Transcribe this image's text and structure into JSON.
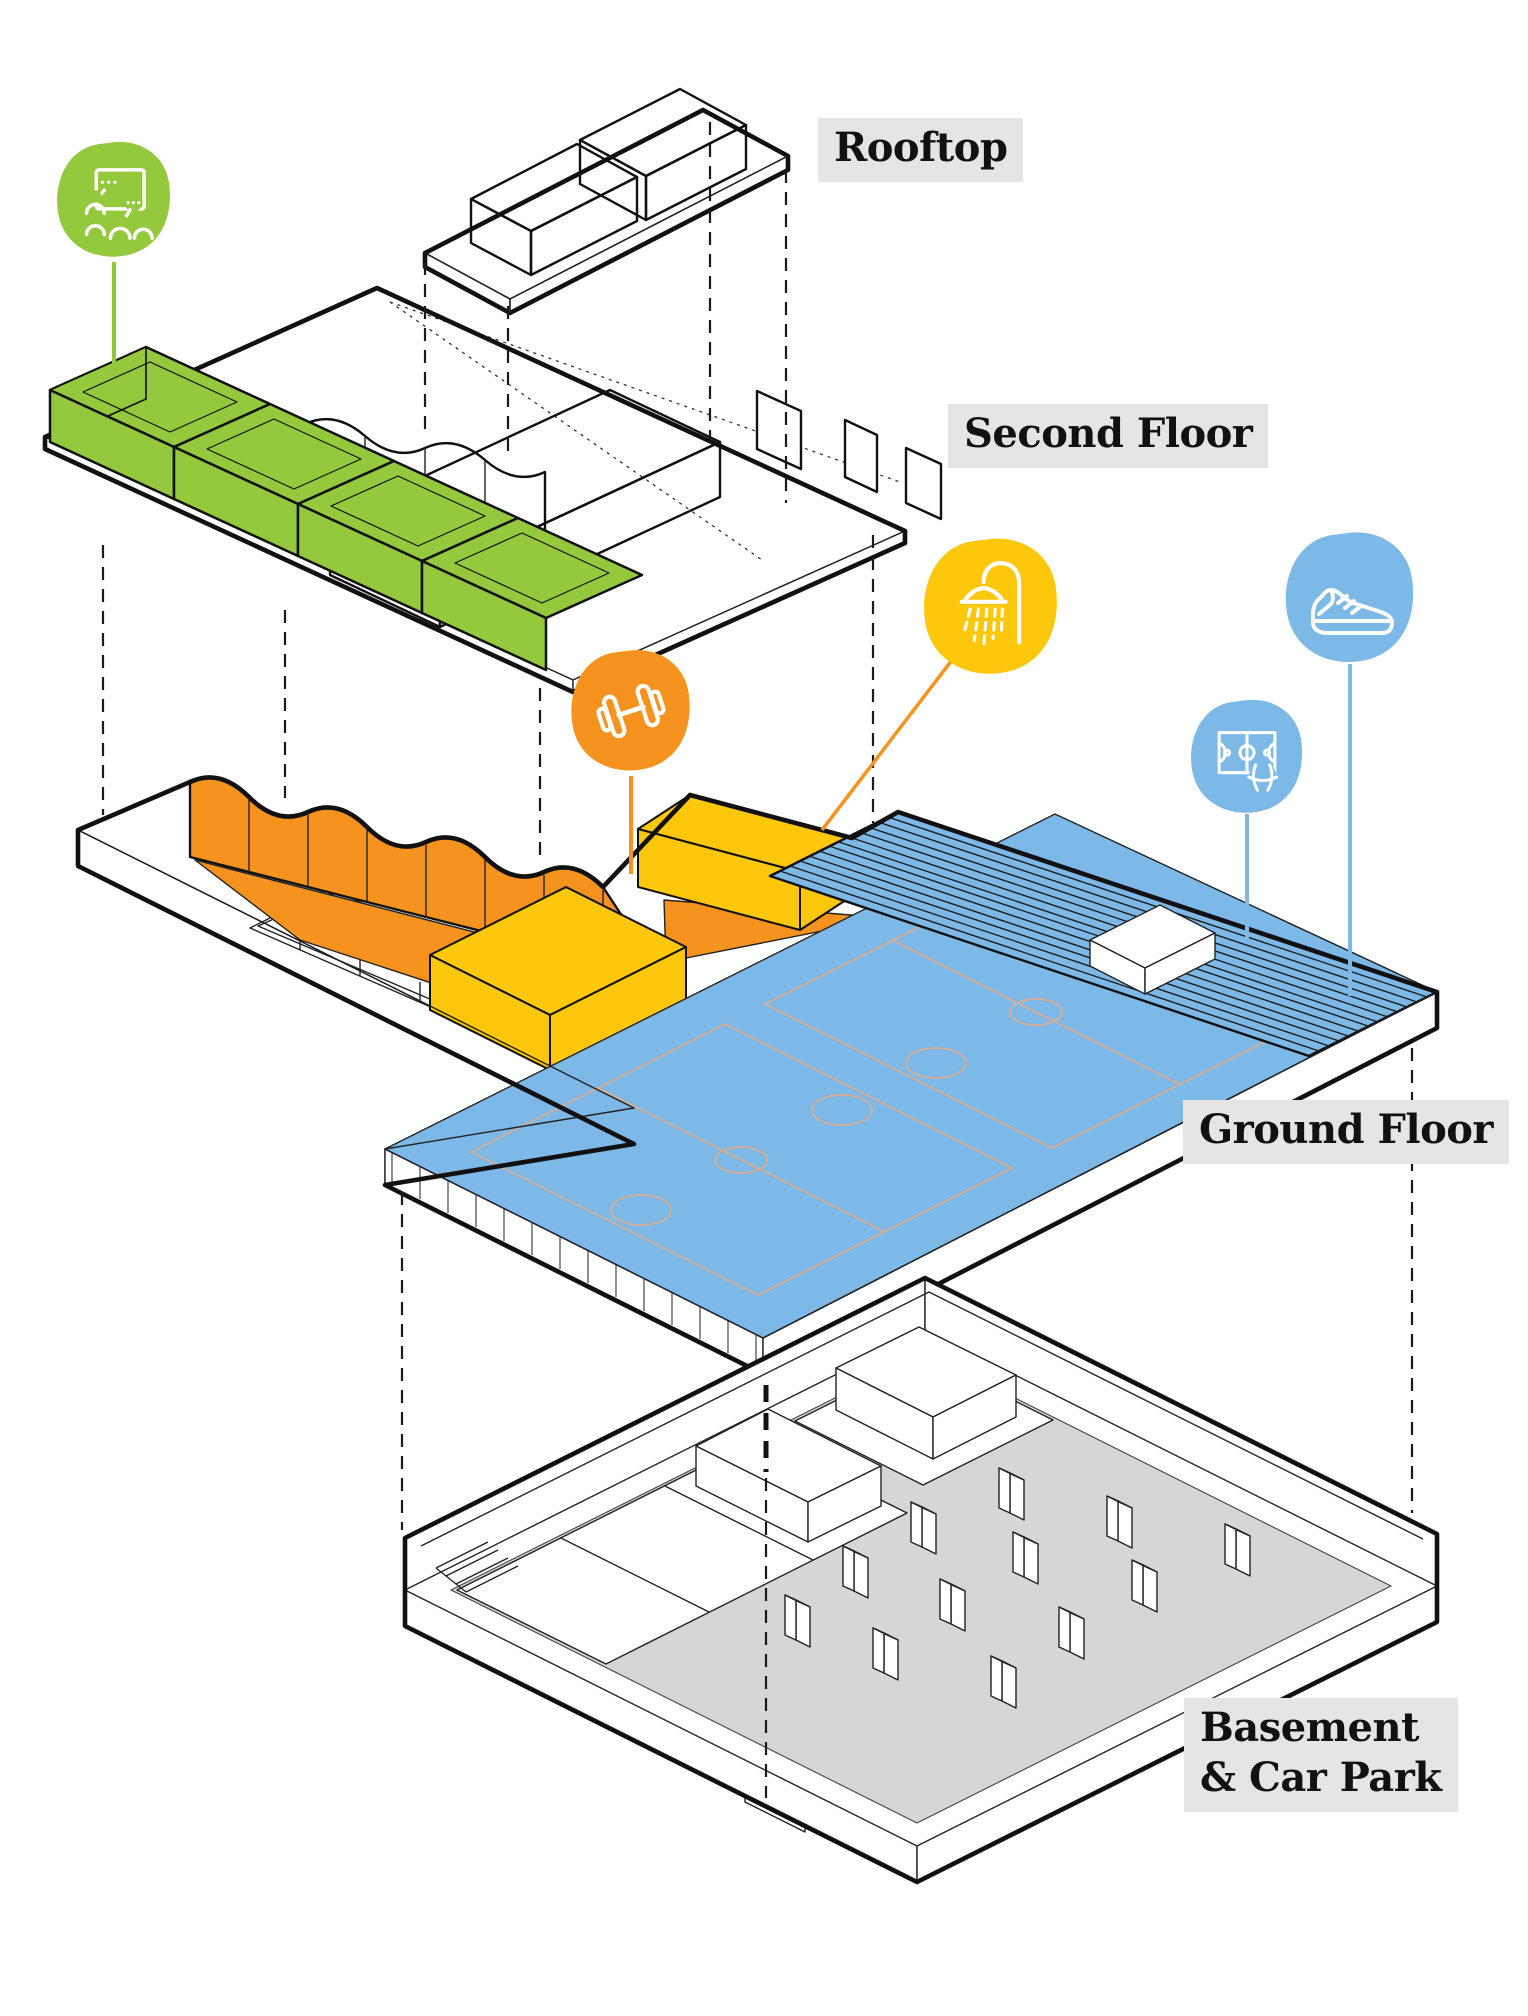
{
  "colors": {
    "green": "#94c83d",
    "orange": "#f6921e",
    "yellow": "#fdc70c",
    "blue": "#7cb9e6",
    "courtline": "#d9ad92",
    "ink": "#111111",
    "labelbg": "#e5e5e5",
    "floorgray": "#d6d6d6"
  },
  "diagram": {
    "type": "exploded-axonometric-building",
    "floors": [
      {
        "id": "rooftop",
        "label": "Rooftop"
      },
      {
        "id": "second-floor",
        "label": "Second Floor"
      },
      {
        "id": "ground-floor",
        "label": "Ground Floor"
      },
      {
        "id": "basement",
        "label": "Basement\n& Car Park"
      }
    ],
    "icons": [
      {
        "id": "classroom",
        "name": "meeting-room-icon",
        "color": "green",
        "points_to": "second-floor"
      },
      {
        "id": "dumbbell",
        "name": "gym-icon",
        "color": "orange",
        "points_to": "ground-floor"
      },
      {
        "id": "shower",
        "name": "shower-icon",
        "color": "yellow",
        "points_to": "ground-floor"
      },
      {
        "id": "sneaker",
        "name": "sports-shoe-icon",
        "color": "blue",
        "points_to": "ground-floor"
      },
      {
        "id": "basketball-court",
        "name": "basketball-court-icon",
        "color": "blue",
        "points_to": "ground-floor"
      }
    ]
  }
}
